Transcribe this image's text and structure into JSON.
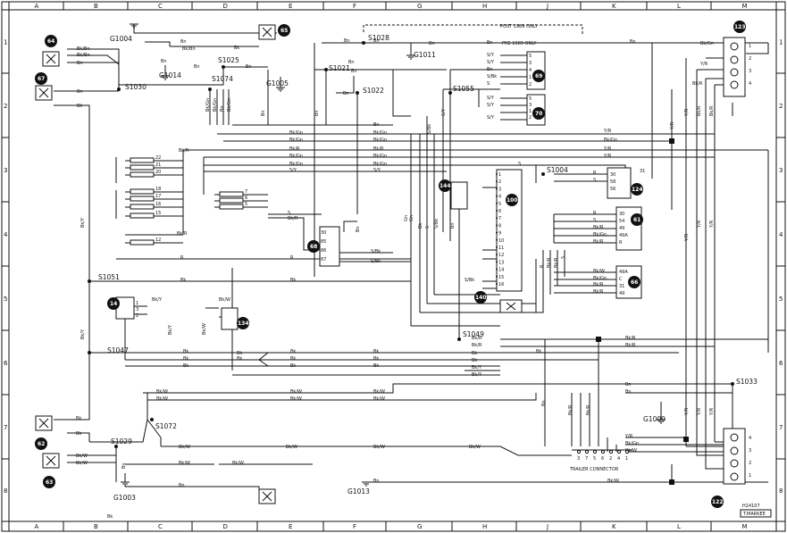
{
  "grid": {
    "cols": [
      "A",
      "B",
      "C",
      "D",
      "E",
      "F",
      "G",
      "H",
      "J",
      "K",
      "L",
      "M"
    ],
    "rows": [
      "1",
      "2",
      "3",
      "4",
      "5",
      "6",
      "7",
      "8"
    ]
  },
  "header": {
    "post1989": "POST 1989 ONLY",
    "pre1989": "PRE 1989 ONLY"
  },
  "splices": [
    "S1028",
    "S1021",
    "S1022",
    "S1025",
    "S1074",
    "S1030",
    "S1055",
    "S1004",
    "S1051",
    "S1047",
    "S1049",
    "S1033",
    "S1072",
    "S1029"
  ],
  "grounds": [
    "G1004",
    "G1011",
    "G1014",
    "G1005",
    "G1003",
    "G1013",
    "G1009"
  ],
  "components": [
    "64",
    "65",
    "67",
    "69",
    "70",
    "123",
    "124",
    "144",
    "100",
    "61",
    "68",
    "14",
    "134",
    "140",
    "66",
    "122",
    "62",
    "63"
  ],
  "fuses": [
    "22",
    "21",
    "20",
    "18",
    "17",
    "16",
    "15",
    "12",
    "7",
    "6",
    "5"
  ],
  "wire_colors": [
    "Bn",
    "Bk",
    "Bk/Bn",
    "Bk/Gn",
    "Bk/R",
    "Bk/W",
    "Bk/Y",
    "S/Y",
    "S/Bk",
    "Y/R",
    "R",
    "S",
    "Gn"
  ],
  "connector_pins_100": [
    "1",
    "2",
    "3",
    "4",
    "5",
    "6",
    "7",
    "8",
    "9",
    "10",
    "11",
    "12",
    "13",
    "14",
    "15",
    "16"
  ],
  "pins_61": [
    "30",
    "54",
    "49",
    "49A",
    "R"
  ],
  "pins_124": [
    "30",
    "58",
    "56",
    "31"
  ],
  "pins_66": [
    "49A",
    "C",
    "31",
    "49"
  ],
  "pins_68": [
    "30",
    "85",
    "86",
    "87"
  ],
  "trailer": {
    "label": "TRAILER CONNECTOR",
    "pins": [
      "3",
      "7",
      "5",
      "6",
      "2",
      "4",
      "1"
    ]
  },
  "footer": {
    "code": "H24107",
    "mark": "T.MARKEE"
  }
}
